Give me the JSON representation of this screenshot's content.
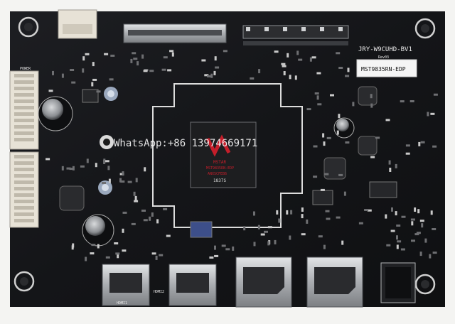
{
  "board": {
    "model_silk": "JRY-W9CUHD-BV1",
    "rev_silk": "Rev03",
    "power_silk": "POWER",
    "sticker": "MST9835RN-EDP",
    "chip_line1": "MSTAR",
    "chip_line2": "MST9835RN-EDP",
    "chip_line3": "ANXSCFEB6",
    "chip_line4": "1837S",
    "hdmi1_silk": "HDMI1",
    "hdmi2_silk": "HDMI2",
    "watermark": "WhatsApp:+86 13974669171"
  },
  "colors": {
    "pcb": "#141518",
    "silk": "#e9e9e9",
    "sticker_bg": "#f5f5f5",
    "connector_white": "#e7e2d6",
    "metal": "#b9bcc0",
    "chip": "#1d1e20",
    "chip_logo": "#c41e2a"
  }
}
